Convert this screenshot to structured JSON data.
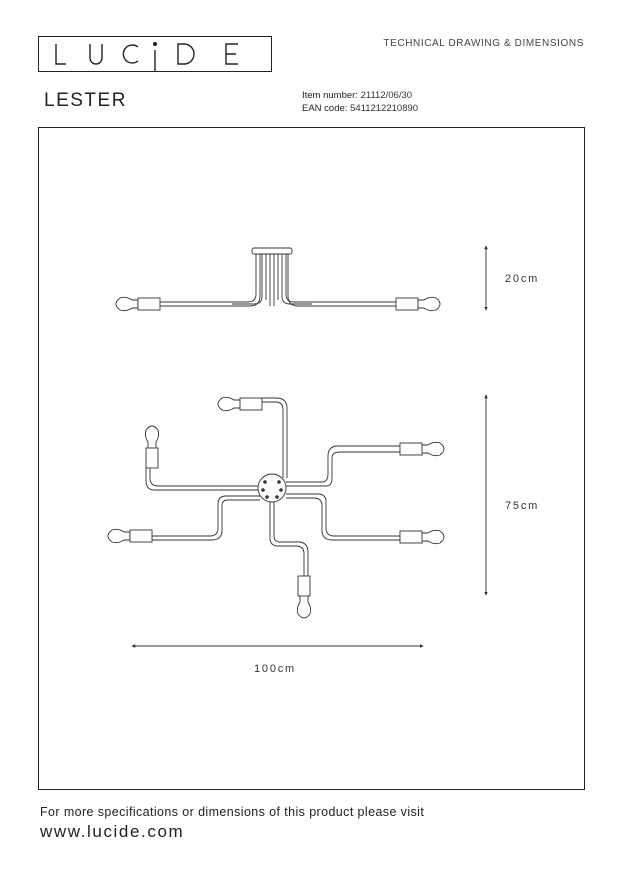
{
  "header": {
    "brand_logo_text": "LUCIDE",
    "doc_type": "TECHNICAL DRAWING & DIMENSIONS"
  },
  "product": {
    "name": "LESTER",
    "item_number_label": "Item number:",
    "item_number": "21112/06/30",
    "ean_label": "EAN code:",
    "ean": "5411212210890"
  },
  "dimensions": {
    "height": "20cm",
    "depth": "75cm",
    "width": "100cm"
  },
  "footer": {
    "note": "For more specifications or dimensions of this product please visit",
    "url": "www.lucide.com"
  }
}
